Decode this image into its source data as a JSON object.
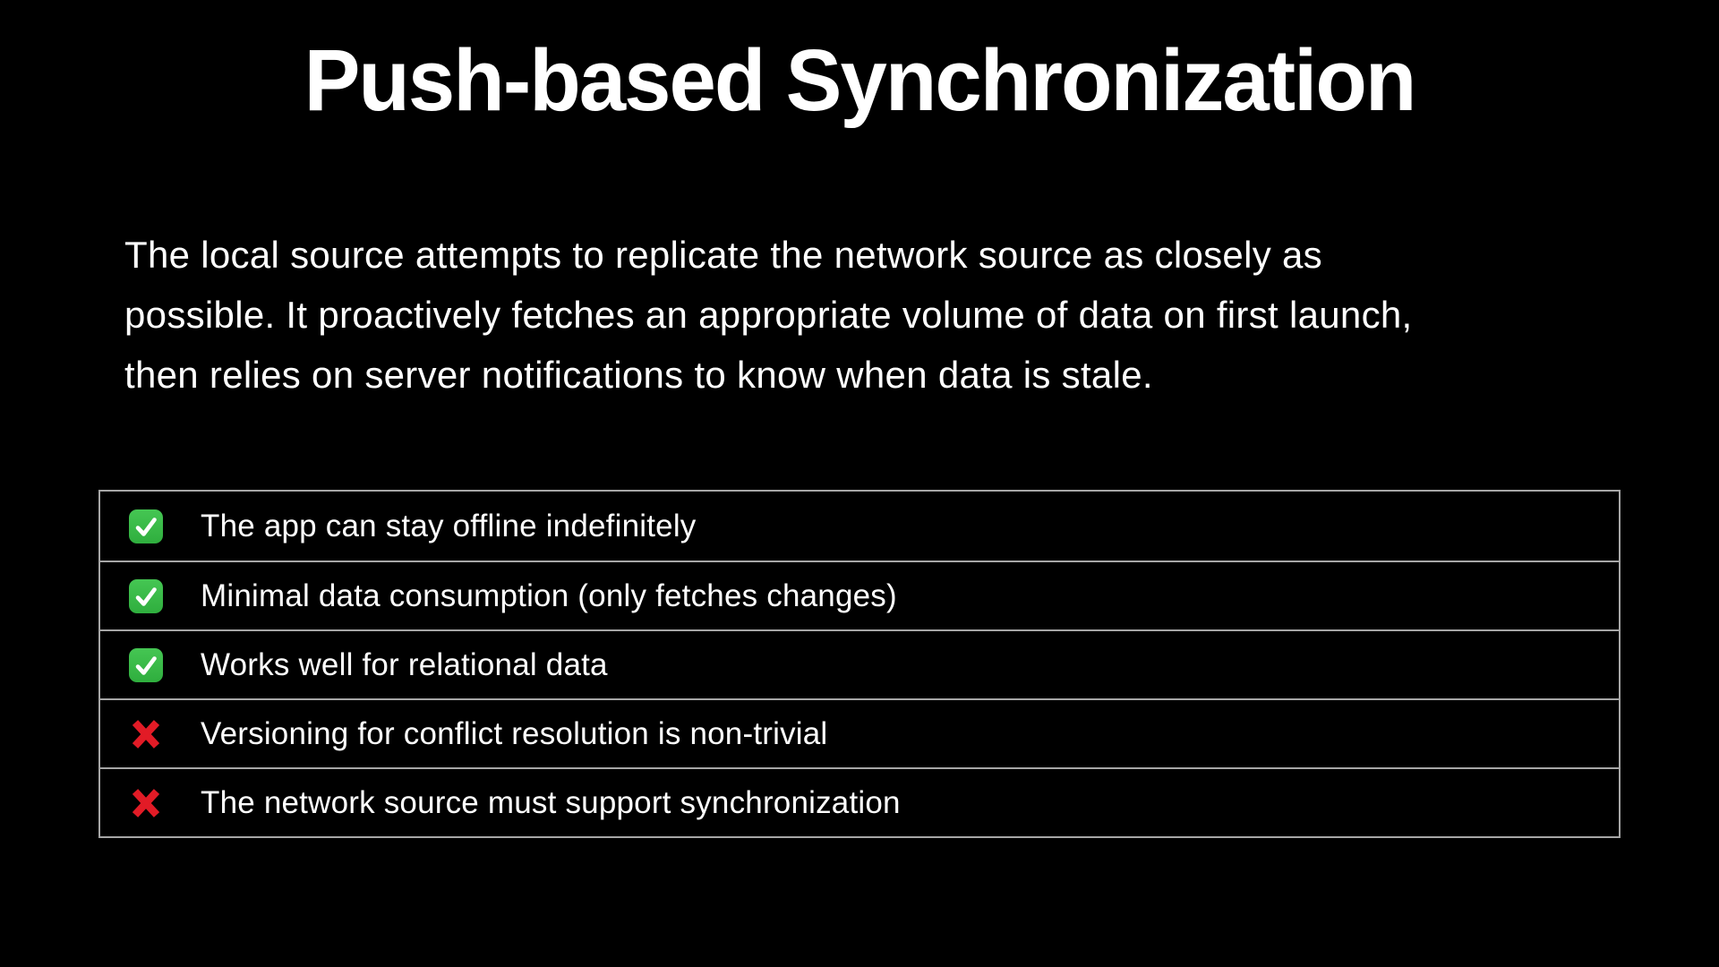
{
  "slide": {
    "title": "Push-based Synchronization",
    "description_lines": [
      "The local source attempts to replicate the network source as closely as",
      "possible. It proactively fetches an appropriate volume of data on first launch,",
      "then relies on server notifications to know when data is stale."
    ]
  },
  "pros_cons_table": {
    "rows": [
      {
        "icon": "check-icon",
        "label": "The app can stay offline indefinitely"
      },
      {
        "icon": "check-icon",
        "label": "Minimal data consumption (only fetches changes)"
      },
      {
        "icon": "check-icon",
        "label": "Works well for relational data"
      },
      {
        "icon": "cross-icon",
        "label": "Versioning for conflict resolution is non-trivial"
      },
      {
        "icon": "cross-icon",
        "label": "The network source must support synchronization"
      }
    ]
  },
  "colors": {
    "background": "#000000",
    "text": "#ffffff",
    "table_border": "#a6a6a6",
    "check_green": "#2fae3e",
    "check_green_light": "#45c653",
    "cross_red": "#e21b26"
  }
}
